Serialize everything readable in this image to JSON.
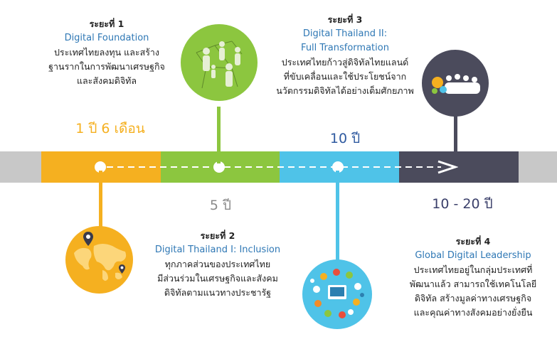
{
  "colors": {
    "gray": "#c8c8c8",
    "orange": "#f5b020",
    "green": "#8cc63f",
    "blue": "#4fc3e8",
    "dark": "#4b4b5c"
  },
  "phases": [
    {
      "phase": "ระยะที่ 1",
      "title": "Digital Foundation",
      "desc": [
        "ประเทศไทยลงทุน และสร้าง",
        "ฐานรากในการพัฒนาเศรษฐกิจ",
        "และสังคมดิจิทัล"
      ],
      "duration": "1 ปี 6 เดือน",
      "icon": "world-map-icon"
    },
    {
      "phase": "ระยะที่ 2",
      "title": "Digital Thailand I: Inclusion",
      "desc": [
        "ทุกภาคส่วนของประเทศไทย",
        "มีส่วนร่วมในเศรษฐกิจและสังคม",
        "ดิจิทัลตามแนวทางประชารัฐ"
      ],
      "duration": "5 ปี",
      "icon": "people-network-icon"
    },
    {
      "phase": "ระยะที่ 3",
      "title": "Digital Thailand II:",
      "title2": "Full Transformation",
      "desc": [
        "ประเทศไทยก้าวสู่ดิจิทัลไทยแลนด์",
        "ที่ขับเคลื่อนและใช้ประโยชน์จาก",
        "นวัตกรรมดิจิทัลได้อย่างเต็มศักยภาพ"
      ],
      "duration": "10 ปี",
      "icon": "digital-apps-icon"
    },
    {
      "phase": "ระยะที่ 4",
      "title": "Global Digital Leadership",
      "desc": [
        "ประเทศไทยอยู่ในกลุ่มประเทศที่",
        "พัฒนาแล้ว สามารถใช้เทคโนโลยี",
        "ดิจิทัล สร้างมูลค่าทางเศรษฐกิจ",
        "และคุณค่าทางสังคมอย่างยั่งยืน"
      ],
      "duration": "10 - 20 ปี",
      "icon": "global-team-icon"
    }
  ]
}
